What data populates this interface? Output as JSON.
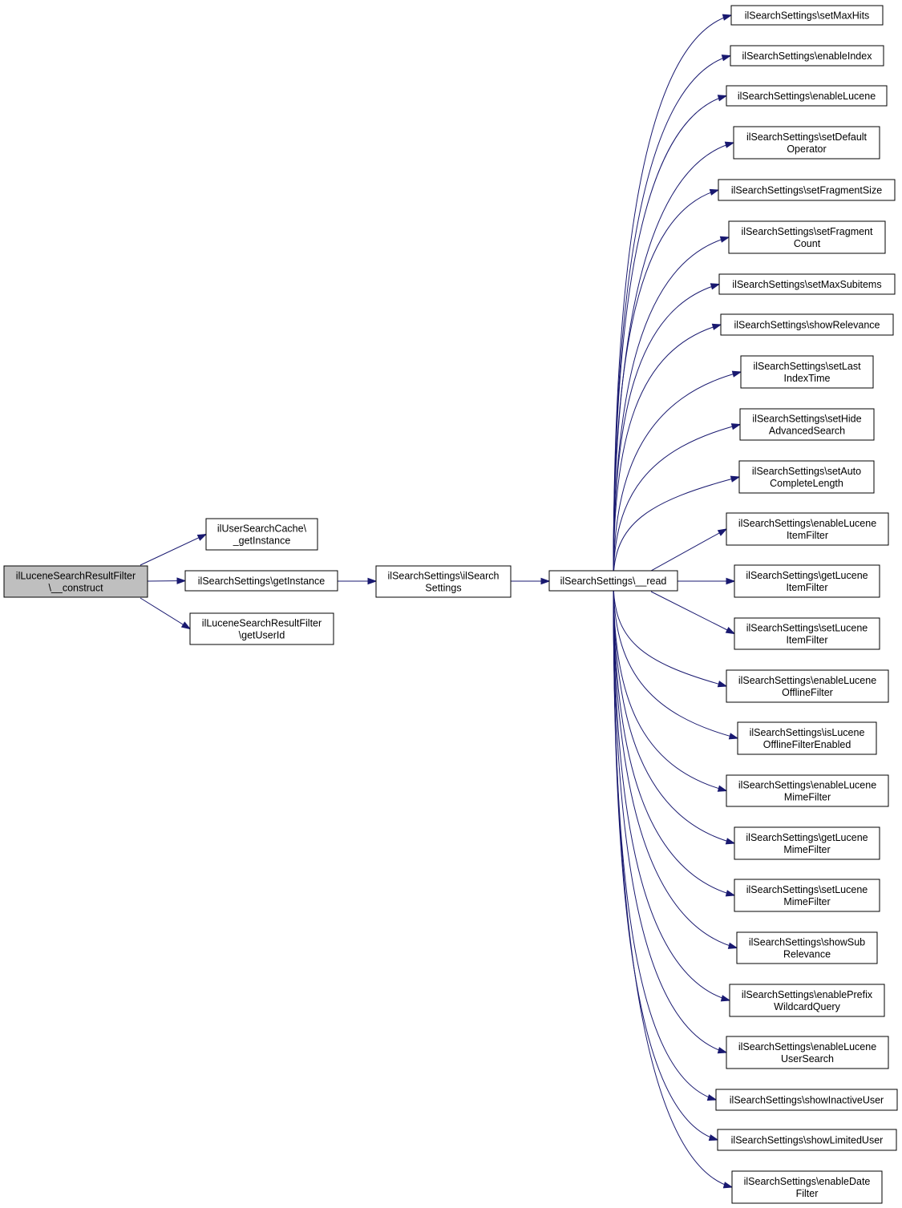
{
  "colors": {
    "edge": "#191970",
    "node_border": "#000000",
    "root_fill": "#bfbfbf",
    "node_fill": "#ffffff"
  },
  "nodes": {
    "root": {
      "lines": [
        "ilLuceneSearchResultFilter",
        "\\__construct"
      ]
    },
    "cache_get_instance": {
      "lines": [
        "ilUserSearchCache\\",
        "_getInstance"
      ]
    },
    "settings_get_instance": {
      "lines": [
        "ilSearchSettings\\getInstance"
      ]
    },
    "filter_get_user_id": {
      "lines": [
        "ilLuceneSearchResultFilter",
        "\\getUserId"
      ]
    },
    "settings_constructor": {
      "lines": [
        "ilSearchSettings\\ilSearch",
        "Settings"
      ]
    },
    "settings_read": {
      "lines": [
        "ilSearchSettings\\__read"
      ]
    },
    "r01": {
      "lines": [
        "ilSearchSettings\\setMaxHits"
      ]
    },
    "r02": {
      "lines": [
        "ilSearchSettings\\enableIndex"
      ]
    },
    "r03": {
      "lines": [
        "ilSearchSettings\\enableLucene"
      ]
    },
    "r04": {
      "lines": [
        "ilSearchSettings\\setDefault",
        "Operator"
      ]
    },
    "r05": {
      "lines": [
        "ilSearchSettings\\setFragmentSize"
      ]
    },
    "r06": {
      "lines": [
        "ilSearchSettings\\setFragment",
        "Count"
      ]
    },
    "r07": {
      "lines": [
        "ilSearchSettings\\setMaxSubitems"
      ]
    },
    "r08": {
      "lines": [
        "ilSearchSettings\\showRelevance"
      ]
    },
    "r09": {
      "lines": [
        "ilSearchSettings\\setLast",
        "IndexTime"
      ]
    },
    "r10": {
      "lines": [
        "ilSearchSettings\\setHide",
        "AdvancedSearch"
      ]
    },
    "r11": {
      "lines": [
        "ilSearchSettings\\setAuto",
        "CompleteLength"
      ]
    },
    "r12": {
      "lines": [
        "ilSearchSettings\\enableLucene",
        "ItemFilter"
      ]
    },
    "r13": {
      "lines": [
        "ilSearchSettings\\getLucene",
        "ItemFilter"
      ]
    },
    "r14": {
      "lines": [
        "ilSearchSettings\\setLucene",
        "ItemFilter"
      ]
    },
    "r15": {
      "lines": [
        "ilSearchSettings\\enableLucene",
        "OfflineFilter"
      ]
    },
    "r16": {
      "lines": [
        "ilSearchSettings\\isLucene",
        "OfflineFilterEnabled"
      ]
    },
    "r17": {
      "lines": [
        "ilSearchSettings\\enableLucene",
        "MimeFilter"
      ]
    },
    "r18": {
      "lines": [
        "ilSearchSettings\\getLucene",
        "MimeFilter"
      ]
    },
    "r19": {
      "lines": [
        "ilSearchSettings\\setLucene",
        "MimeFilter"
      ]
    },
    "r20": {
      "lines": [
        "ilSearchSettings\\showSub",
        "Relevance"
      ]
    },
    "r21": {
      "lines": [
        "ilSearchSettings\\enablePrefix",
        "WildcardQuery"
      ]
    },
    "r22": {
      "lines": [
        "ilSearchSettings\\enableLucene",
        "UserSearch"
      ]
    },
    "r23": {
      "lines": [
        "ilSearchSettings\\showInactiveUser"
      ]
    },
    "r24": {
      "lines": [
        "ilSearchSettings\\showLimitedUser"
      ]
    },
    "r25": {
      "lines": [
        "ilSearchSettings\\enableDate",
        "Filter"
      ]
    }
  }
}
